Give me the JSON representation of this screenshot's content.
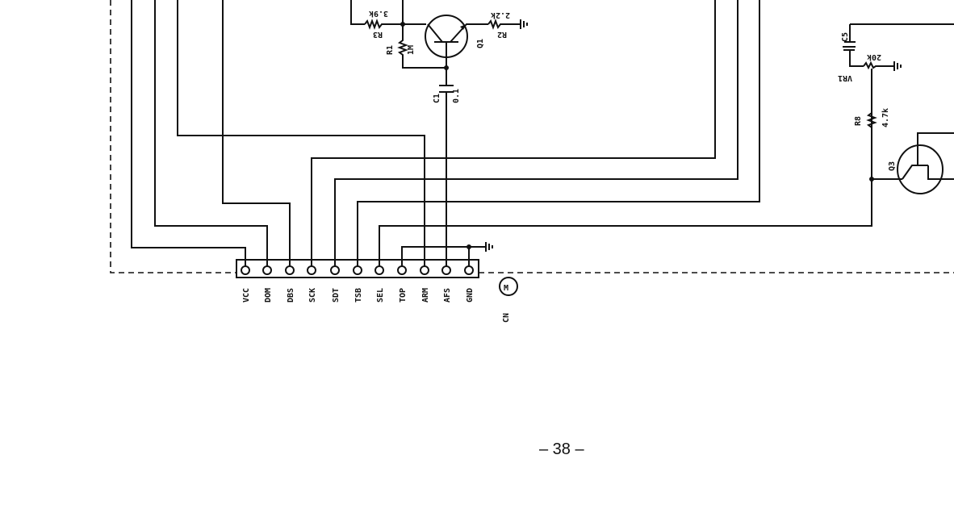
{
  "connector": {
    "name": "CN",
    "symbol": "M",
    "pins": [
      "VCC",
      "DOM",
      "DBS",
      "SCK",
      "SDT",
      "TSB",
      "SEL",
      "TOP",
      "ARM",
      "AFS",
      "GND"
    ]
  },
  "components": {
    "r3": {
      "ref": "R3",
      "value": "3.9k"
    },
    "r1": {
      "ref": "R1",
      "value": "1M"
    },
    "q1": {
      "ref": "Q1"
    },
    "r2": {
      "ref": "R2",
      "value": "2.2k"
    },
    "c1": {
      "ref": "C1",
      "value": "0.1"
    },
    "c5": {
      "ref": "C5"
    },
    "vr1": {
      "ref": "VR1",
      "value": "20k"
    },
    "r8": {
      "ref": "R8",
      "value": "4.7k"
    },
    "q3": {
      "ref": "Q3"
    }
  },
  "page_number": "– 38 –"
}
